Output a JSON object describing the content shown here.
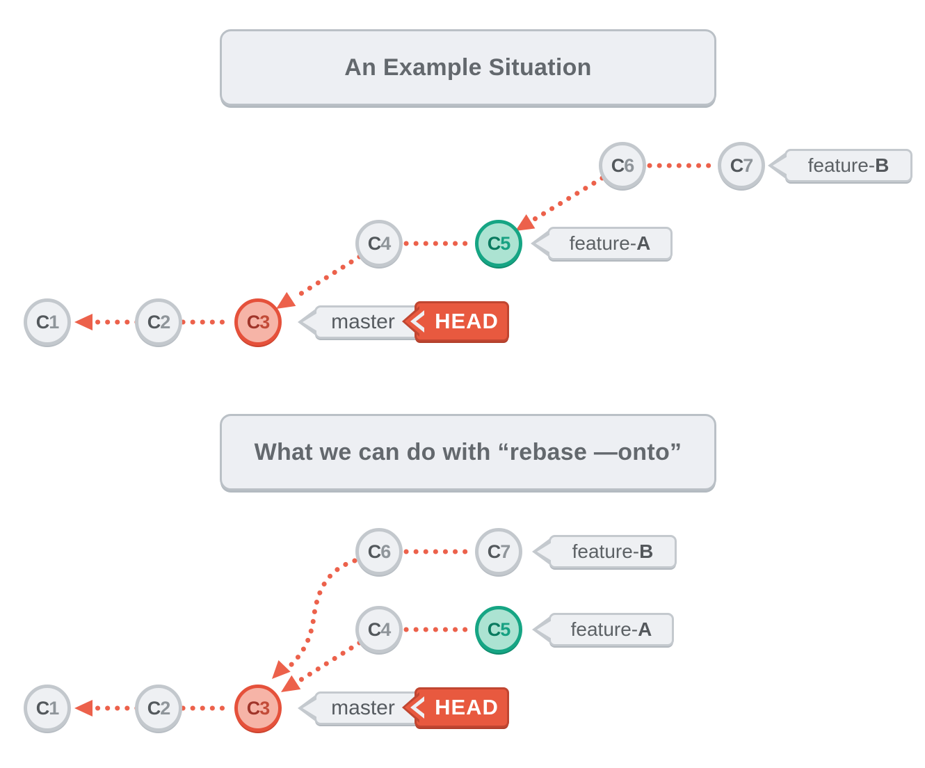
{
  "page": {
    "background": "#FFFFFF"
  },
  "colors": {
    "accent_red": "#EC614B",
    "box_fill": "#EDEFF3",
    "box_border": "#BCC2C8",
    "text_gray": "#5C6165",
    "commit_default_fill": "#EEF0F3",
    "commit_default_border": "#C3C8CD",
    "commit_red_fill": "#F6B4A7",
    "commit_red_border": "#E5513B",
    "commit_teal_fill": "#ACE3D2",
    "commit_teal_border": "#16A584",
    "head_fill": "#E8593F",
    "head_border": "#C04631"
  },
  "icons": {
    "arrowhead": "solid triangle pointing along dotted edge",
    "label_pointer": "chevron-left speech-bubble pointer",
    "head_notch": "nested chevron-left ribbon notch"
  },
  "diagrams": [
    {
      "title": "An Example Situation",
      "commits": [
        {
          "prefix": "C",
          "num": "1",
          "style": "default"
        },
        {
          "prefix": "C",
          "num": "2",
          "style": "default"
        },
        {
          "prefix": "C",
          "num": "3",
          "style": "red"
        },
        {
          "prefix": "C",
          "num": "4",
          "style": "default"
        },
        {
          "prefix": "C",
          "num": "5",
          "style": "teal"
        },
        {
          "prefix": "C",
          "num": "6",
          "style": "default"
        },
        {
          "prefix": "C",
          "num": "7",
          "style": "default"
        }
      ],
      "labels": {
        "feature_b": {
          "prefix": "feature-",
          "suffix": "B"
        },
        "feature_a": {
          "prefix": "feature-",
          "suffix": "A"
        },
        "master": "master",
        "head": "HEAD"
      },
      "edges": [
        {
          "from": "C2",
          "to": "C1",
          "arrow": true
        },
        {
          "from": "C3",
          "to": "C2",
          "arrow": false
        },
        {
          "from": "C4",
          "to": "C3",
          "arrow": true
        },
        {
          "from": "C5",
          "to": "C4",
          "arrow": false
        },
        {
          "from": "C6",
          "to": "C5",
          "arrow": true
        },
        {
          "from": "C7",
          "to": "C6",
          "arrow": false
        }
      ]
    },
    {
      "title": "What we can do with “rebase —onto”",
      "commits": [
        {
          "prefix": "C",
          "num": "1",
          "style": "default"
        },
        {
          "prefix": "C",
          "num": "2",
          "style": "default"
        },
        {
          "prefix": "C",
          "num": "3",
          "style": "red"
        },
        {
          "prefix": "C",
          "num": "4",
          "style": "default"
        },
        {
          "prefix": "C",
          "num": "5",
          "style": "teal"
        },
        {
          "prefix": "C",
          "num": "6",
          "style": "default"
        },
        {
          "prefix": "C",
          "num": "7",
          "style": "default"
        }
      ],
      "labels": {
        "feature_b": {
          "prefix": "feature-",
          "suffix": "B"
        },
        "feature_a": {
          "prefix": "feature-",
          "suffix": "A"
        },
        "master": "master",
        "head": "HEAD"
      },
      "edges": [
        {
          "from": "C2",
          "to": "C1",
          "arrow": true
        },
        {
          "from": "C3",
          "to": "C2",
          "arrow": false
        },
        {
          "from": "C4",
          "to": "C3",
          "arrow": true
        },
        {
          "from": "C5",
          "to": "C4",
          "arrow": false
        },
        {
          "from": "C6",
          "to": "C3",
          "arrow": true
        },
        {
          "from": "C7",
          "to": "C6",
          "arrow": false
        }
      ]
    }
  ]
}
